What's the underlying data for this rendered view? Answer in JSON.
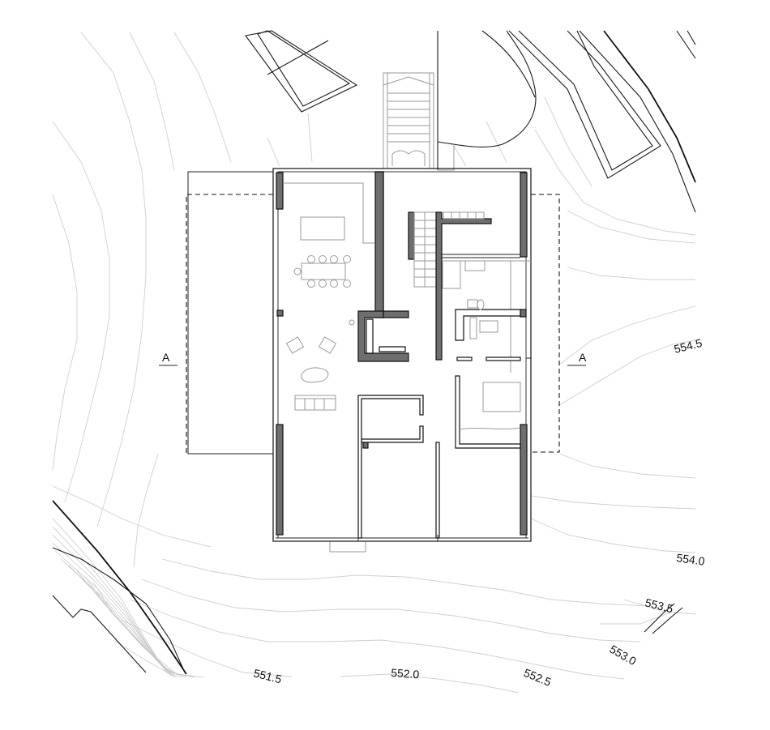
{
  "drawing": {
    "section_markers": [
      "A",
      "A"
    ],
    "contour_labels": [
      "554.5",
      "554.0",
      "553.5",
      "553.0",
      "552.5",
      "552.0",
      "551.5"
    ]
  },
  "colors": {
    "wall_fill": "#6e6e6e",
    "contour": "#cfcfcf",
    "line": "#111111",
    "furniture": "#9a9a9a"
  }
}
